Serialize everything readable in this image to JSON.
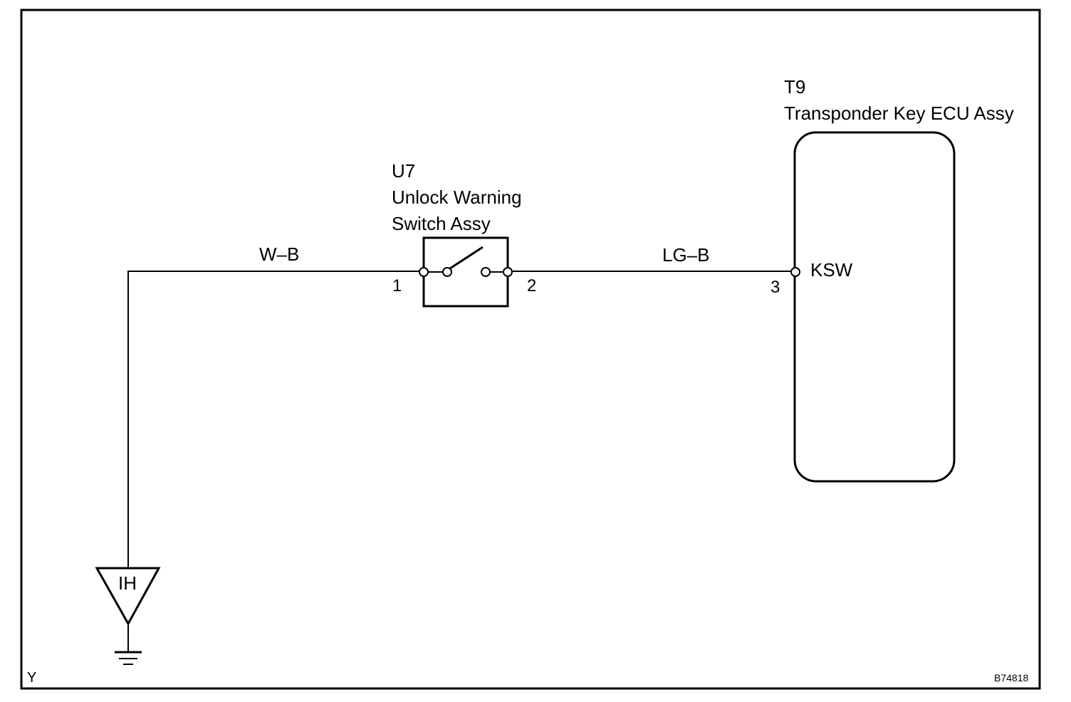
{
  "components": {
    "switch": {
      "id": "U7",
      "name_line1": "Unlock  Warning",
      "name_line2": "Switch Assy",
      "pin_in": "1",
      "pin_out": "2"
    },
    "ecu": {
      "id": "T9",
      "name": "Transponder Key ECU Assy",
      "terminal_label": "KSW",
      "pin": "3"
    },
    "ground": {
      "label": "IH"
    }
  },
  "wires": {
    "ground_to_switch": "W–B",
    "switch_to_ecu": "LG–B"
  },
  "corner": {
    "left": "Y",
    "right": "B74818"
  }
}
